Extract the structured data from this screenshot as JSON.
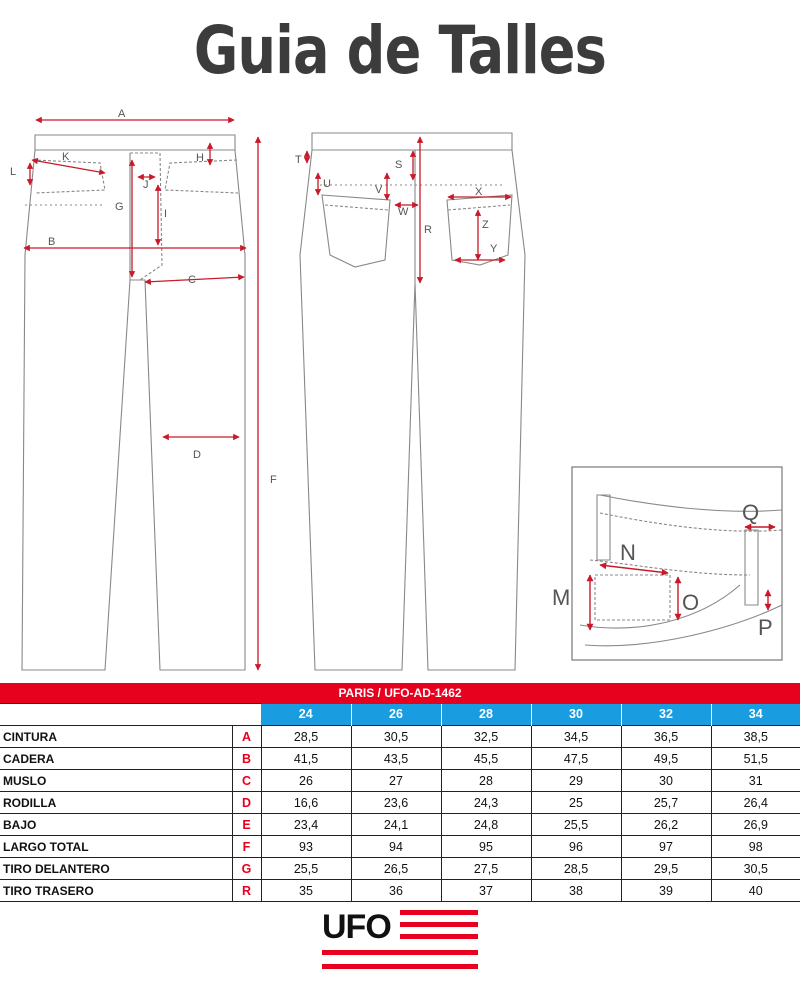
{
  "title": "Guia de Talles",
  "diagram": {
    "front_labels": [
      "A",
      "K",
      "H",
      "L",
      "J",
      "G",
      "I",
      "B",
      "C",
      "D",
      "F"
    ],
    "back_labels": [
      "T",
      "S",
      "U",
      "V",
      "W",
      "X",
      "Z",
      "Y",
      "R"
    ],
    "detail_labels": [
      "Q",
      "N",
      "M",
      "O",
      "P"
    ]
  },
  "table": {
    "header": "PARIS / UFO-AD-1462",
    "sizes": [
      "24",
      "26",
      "28",
      "30",
      "32",
      "34"
    ],
    "rows": [
      {
        "name": "CINTURA",
        "letter": "A",
        "values": [
          "28,5",
          "30,5",
          "32,5",
          "34,5",
          "36,5",
          "38,5"
        ]
      },
      {
        "name": "CADERA",
        "letter": "B",
        "values": [
          "41,5",
          "43,5",
          "45,5",
          "47,5",
          "49,5",
          "51,5"
        ]
      },
      {
        "name": "MUSLO",
        "letter": "C",
        "values": [
          "26",
          "27",
          "28",
          "29",
          "30",
          "31"
        ]
      },
      {
        "name": "RODILLA",
        "letter": "D",
        "values": [
          "16,6",
          "23,6",
          "24,3",
          "25",
          "25,7",
          "26,4"
        ]
      },
      {
        "name": "BAJO",
        "letter": "E",
        "values": [
          "23,4",
          "24,1",
          "24,8",
          "25,5",
          "26,2",
          "26,9"
        ]
      },
      {
        "name": "LARGO TOTAL",
        "letter": "F",
        "values": [
          "93",
          "94",
          "95",
          "96",
          "97",
          "98"
        ]
      },
      {
        "name": "TIRO DELANTERO",
        "letter": "G",
        "values": [
          "25,5",
          "26,5",
          "27,5",
          "28,5",
          "29,5",
          "30,5"
        ]
      },
      {
        "name": "TIRO TRASERO",
        "letter": "R",
        "values": [
          "35",
          "36",
          "37",
          "38",
          "39",
          "40"
        ]
      }
    ]
  },
  "logo": {
    "text": "UFO"
  },
  "colors": {
    "accent_red": "#e8001f",
    "size_blue": "#1a9de0",
    "title_gray": "#3c3c3c"
  }
}
